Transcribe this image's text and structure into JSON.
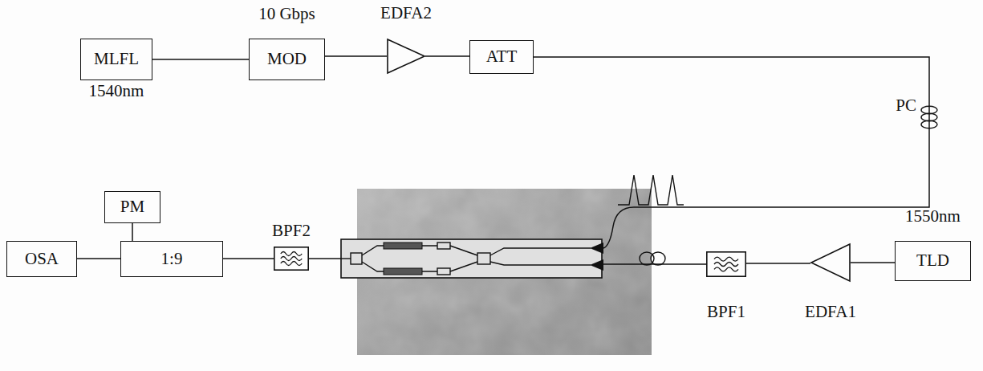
{
  "diagram": {
    "nodes": [
      {
        "text": [
          "MLFL",
          "1540nm"
        ]
      },
      {
        "text": [
          "10 Gbps",
          "MOD"
        ]
      },
      {
        "text": [
          "EDFA2"
        ]
      },
      {
        "text": [
          "ATT"
        ]
      },
      {
        "text": [
          "PC"
        ]
      },
      {
        "text": [
          "PM"
        ]
      },
      {
        "text": [
          "OSA"
        ]
      },
      {
        "text": [
          "1:9"
        ]
      },
      {
        "text": [
          "BPF2"
        ]
      },
      {
        "text": [
          "BPF1"
        ]
      },
      {
        "text": [
          "EDFA1"
        ]
      },
      {
        "text": [
          "1550nm",
          "TLD"
        ]
      }
    ],
    "edges": [
      {
        "from": 0,
        "to": 1,
        "arrow": "none"
      },
      {
        "from": 1,
        "to": 2,
        "arrow": "none"
      },
      {
        "from": 2,
        "to": 3,
        "arrow": "none"
      },
      {
        "from": 3,
        "to": 4,
        "arrow": "none"
      },
      {
        "from": 5,
        "to": 7,
        "arrow": "none"
      },
      {
        "from": 7,
        "to": 6,
        "arrow": "none"
      },
      {
        "from": 8,
        "to": 7,
        "arrow": "none"
      },
      {
        "from": 11,
        "to": 10,
        "arrow": "none"
      },
      {
        "from": 10,
        "to": 9,
        "arrow": "none"
      }
    ]
  }
}
